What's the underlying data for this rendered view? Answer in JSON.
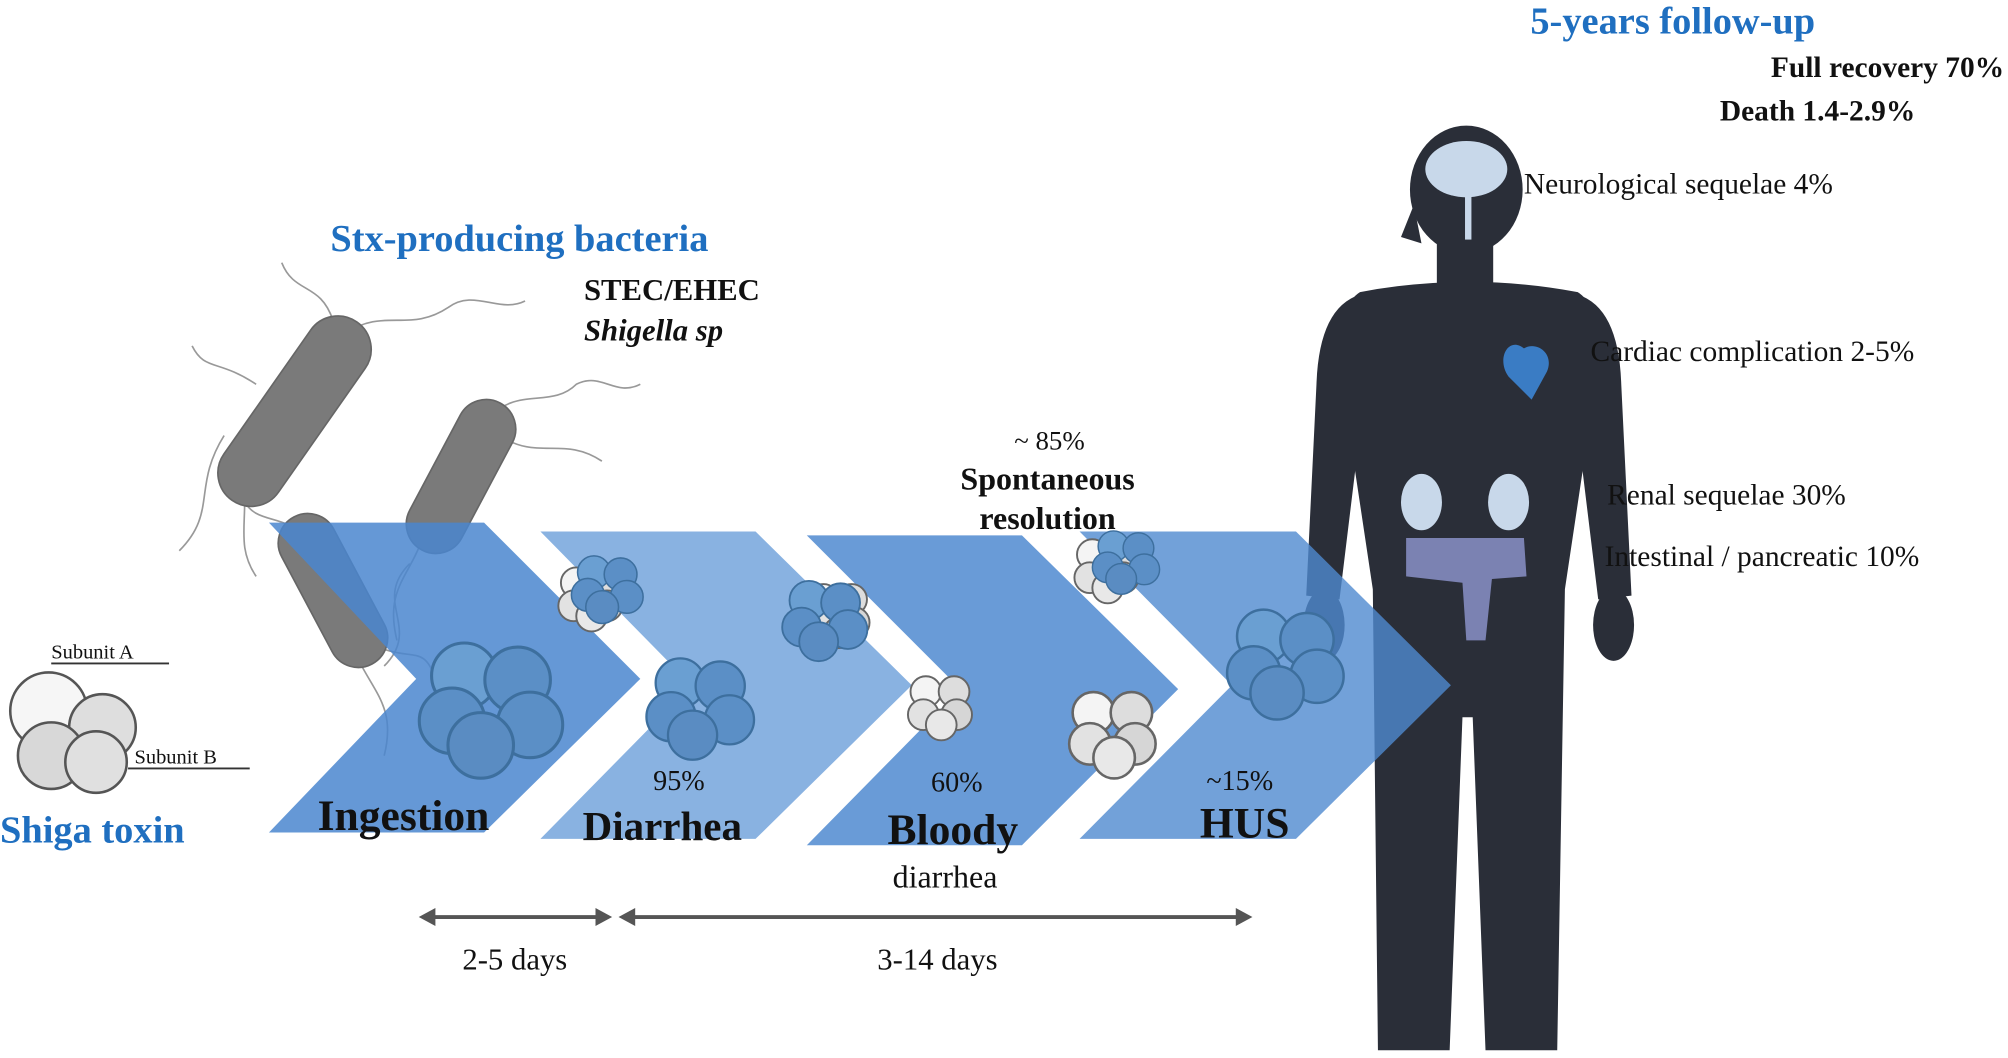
{
  "colors": {
    "accent_blue": "#1f6fc0",
    "chevron": "#5b8fd0",
    "body": "#2a2e38"
  },
  "toxin": {
    "title": "Shiga toxin",
    "subunit_a": "Subunit A",
    "subunit_b": "Subunit B"
  },
  "bacteria": {
    "title": "Stx-producing bacteria",
    "line1": "STEC/EHEC",
    "line2": "Shigella sp"
  },
  "stages": [
    {
      "label": "Ingestion"
    },
    {
      "label": "Diarrhea",
      "percent": "95%"
    },
    {
      "label": "Bloody",
      "sublabel": "diarrhea",
      "percent": "60%"
    },
    {
      "label": "HUS",
      "percent": "~15%"
    }
  ],
  "resolution": {
    "percent": "~ 85%",
    "line1": "Spontaneous",
    "line2": "resolution"
  },
  "timeline": [
    {
      "label": "2-5 days"
    },
    {
      "label": "3-14 days"
    }
  ],
  "followup": {
    "title": "5-years follow-up",
    "full_recovery": "Full recovery 70%",
    "death": "Death 1.4-2.9%",
    "neuro": "Neurological sequelae 4%",
    "cardiac": "Cardiac complication 2-5%",
    "renal": "Renal sequelae 30%",
    "intestinal": "Intestinal / pancreatic 10%"
  }
}
